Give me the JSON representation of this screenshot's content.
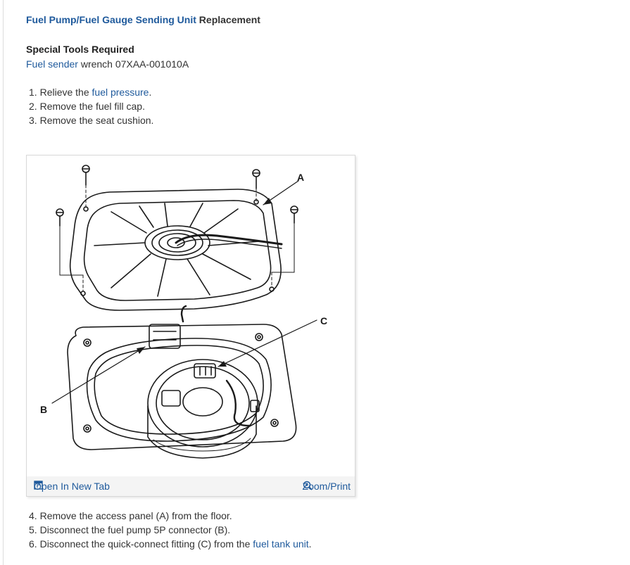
{
  "title": {
    "link_text": "Fuel Pump/Fuel Gauge Sending Unit",
    "suffix": " Replacement"
  },
  "special_tools": {
    "heading": "Special Tools Required",
    "link_text": "Fuel sender",
    "text": " wrench 07XAA-001010A"
  },
  "steps_before": [
    {
      "num": "1. ",
      "text": "Relieve the ",
      "link": "fuel pressure",
      "after": "."
    },
    {
      "num": "2. ",
      "text": "Remove the fuel fill cap."
    },
    {
      "num": "3. ",
      "text": "Remove the seat cushion."
    }
  ],
  "figure": {
    "callouts": [
      "A",
      "B",
      "C"
    ],
    "open_tab_label": "Open In New Tab",
    "zoom_print_label": "Zoom/Print",
    "open_tab_icon": "open-in-new-tab-icon",
    "zoom_icon": "zoom-in-icon"
  },
  "steps_after": [
    {
      "num": "4. ",
      "text": "Remove the access panel (A) from the floor."
    },
    {
      "num": "5. ",
      "text": "Disconnect the fuel pump 5P connector (B)."
    },
    {
      "num": "6. ",
      "text": "Disconnect the quick-connect fitting (C) from the ",
      "link": "fuel tank unit",
      "after": "."
    }
  ],
  "colors": {
    "link": "#1f5a9c",
    "text": "#333333",
    "footer_bg": "#f4f4f4"
  }
}
